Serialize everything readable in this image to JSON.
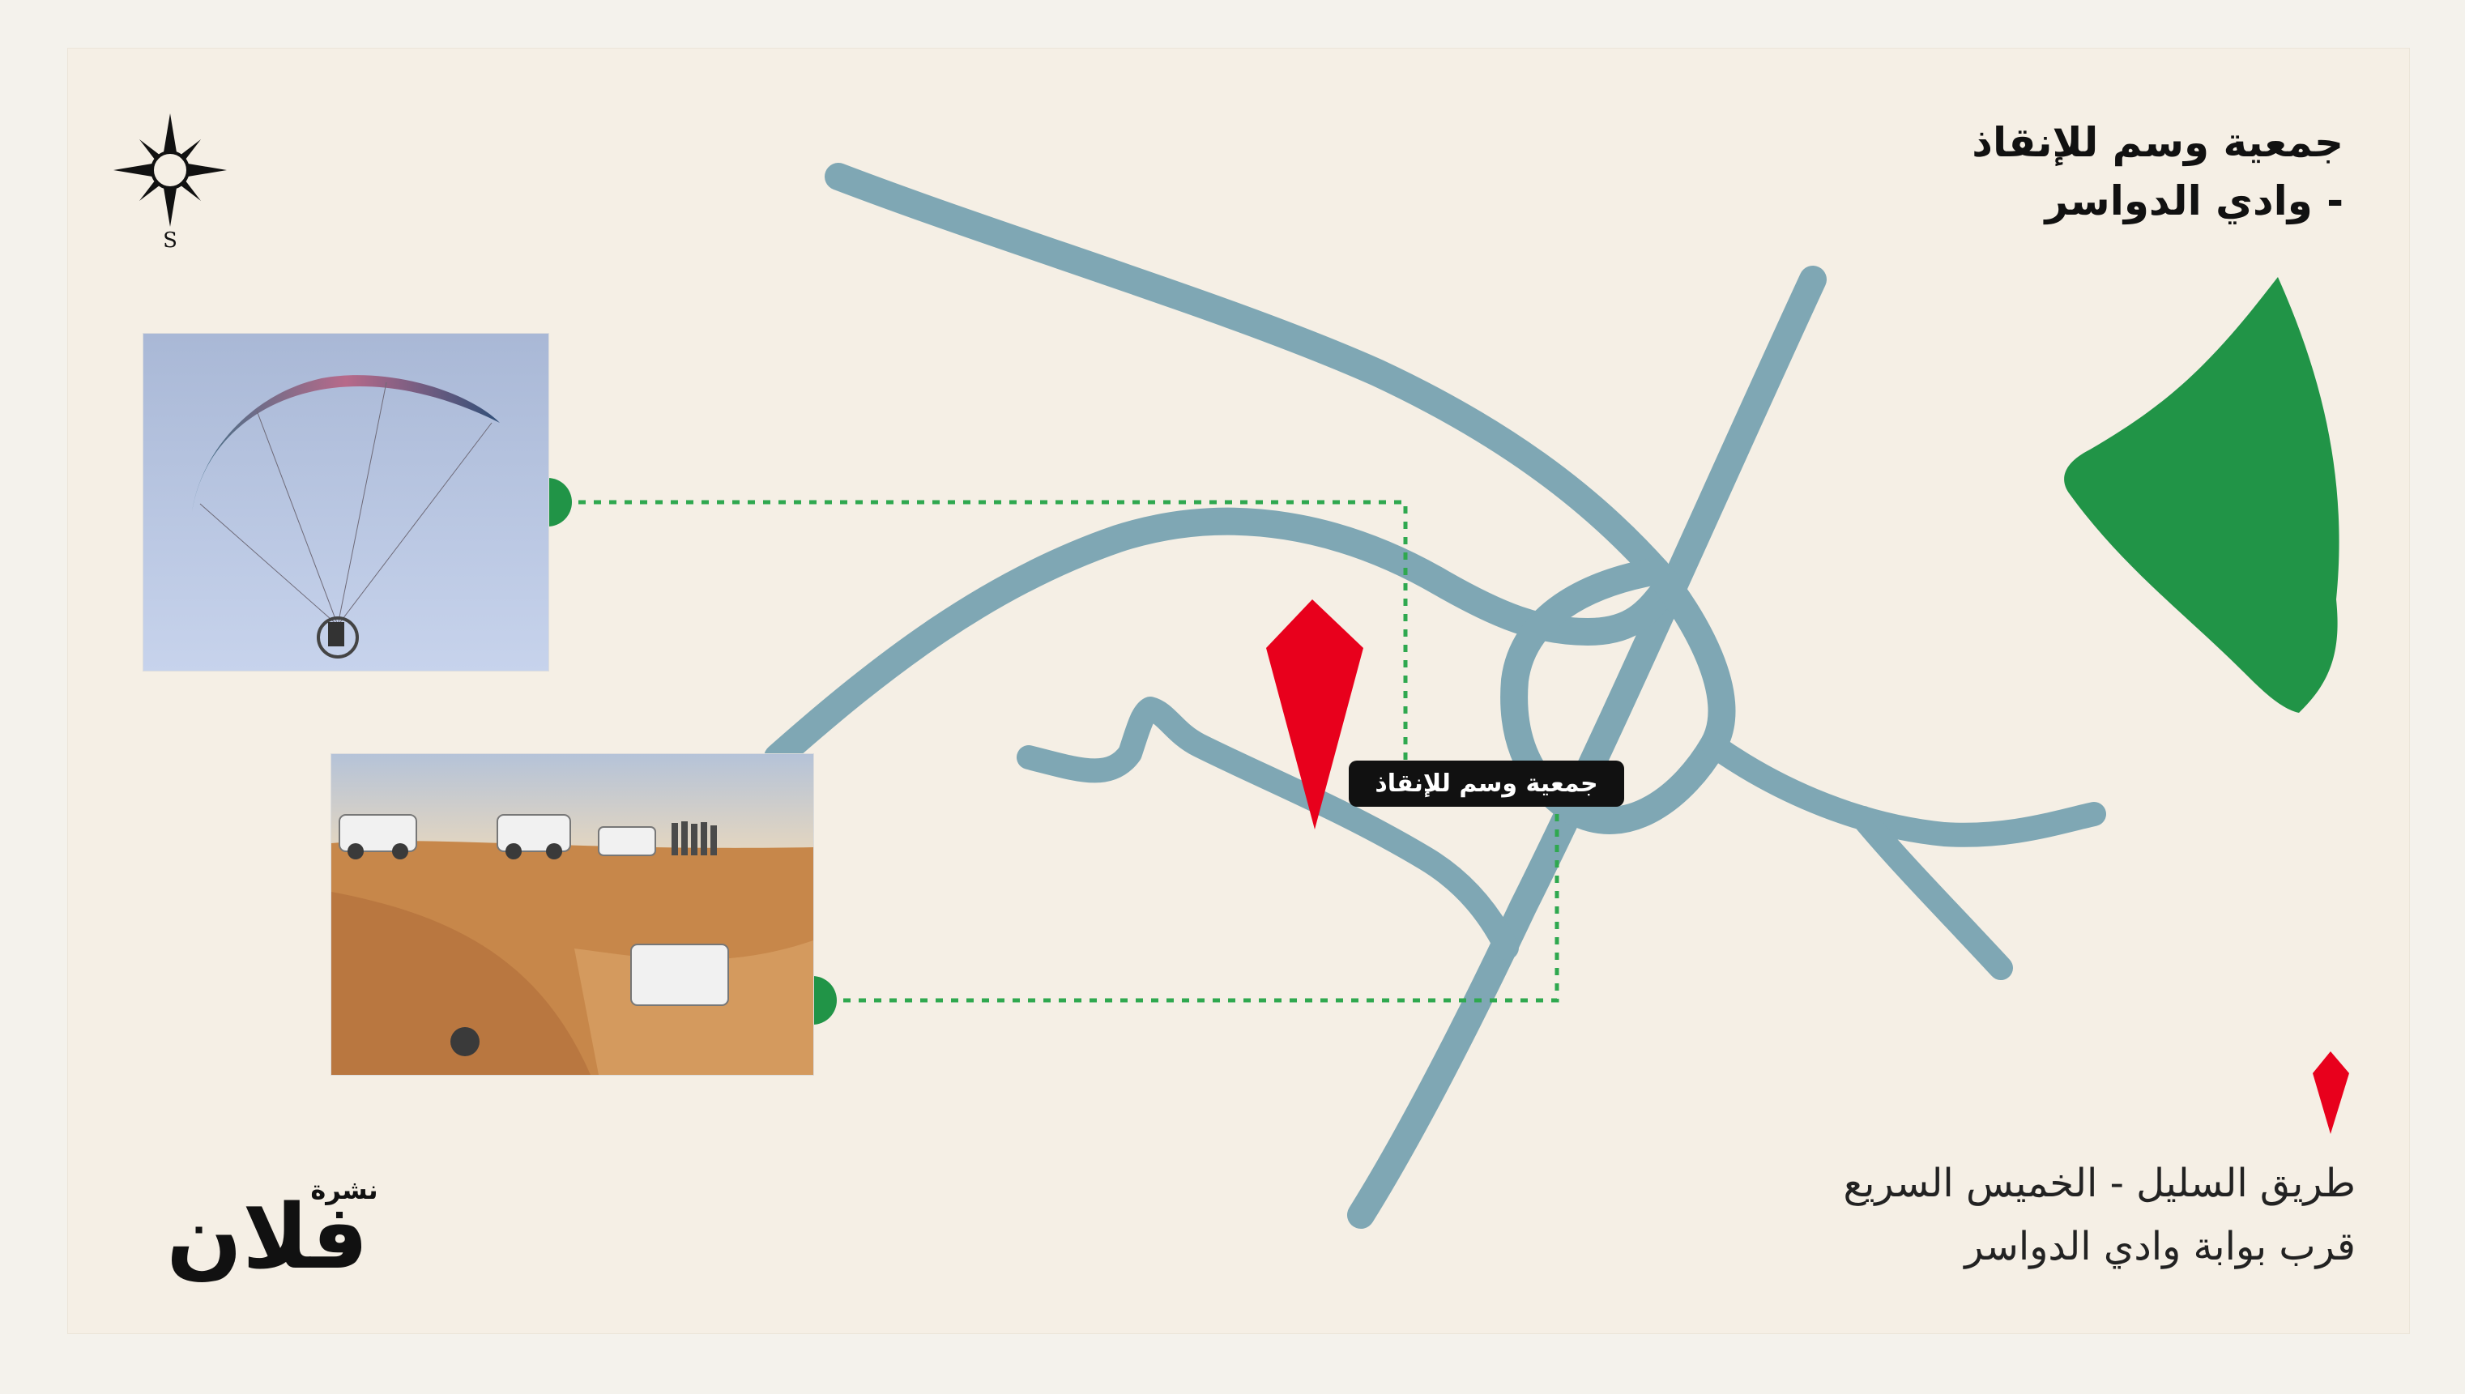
{
  "map": {
    "title_line1": "جمعية وسم للإنقاذ",
    "title_line2": "- وادي الدواسر",
    "location_label": "جمعية وسم للإنقاذ",
    "address_line1": "طريق السليل - الخميس السريع",
    "address_line2": "قرب بوابة وادي الدواسر",
    "compass_label": "S",
    "brand": {
      "small": "نشرة",
      "large": "فلان"
    }
  },
  "colors": {
    "background": "#f5efe5",
    "road": "#7fa7b4",
    "green_area": "#219447",
    "marker": "#e8001c",
    "connector": "#2fa84f"
  },
  "icons": [
    "compass-icon",
    "location-pin-icon"
  ]
}
